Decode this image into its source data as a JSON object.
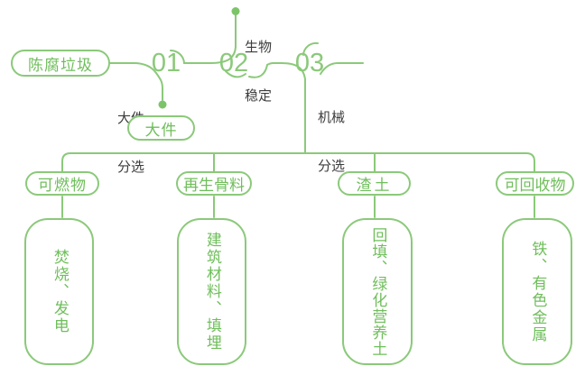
{
  "flow": {
    "source": "陈腐垃圾",
    "stations": [
      {
        "number": "01",
        "process_lines": [
          "大件",
          "分选"
        ],
        "output": "大件"
      },
      {
        "number": "02",
        "process_lines": [
          "生物",
          "稳定"
        ]
      },
      {
        "number": "03",
        "process_lines": [
          "机械",
          "分选"
        ]
      }
    ],
    "branches": [
      {
        "category": "可燃物",
        "destination": "焚烧、发电"
      },
      {
        "category": "再生骨料",
        "destination": "建筑材料、填埋"
      },
      {
        "category": "渣土",
        "destination": "回填、绿化营养土"
      },
      {
        "category": "可回收物",
        "destination": "铁、有色金属"
      }
    ]
  },
  "colors": {
    "line_green": "#8bc97a",
    "text_green": "#6fbe5b",
    "label_dark": "#3c3c3c",
    "background": "#ffffff"
  }
}
